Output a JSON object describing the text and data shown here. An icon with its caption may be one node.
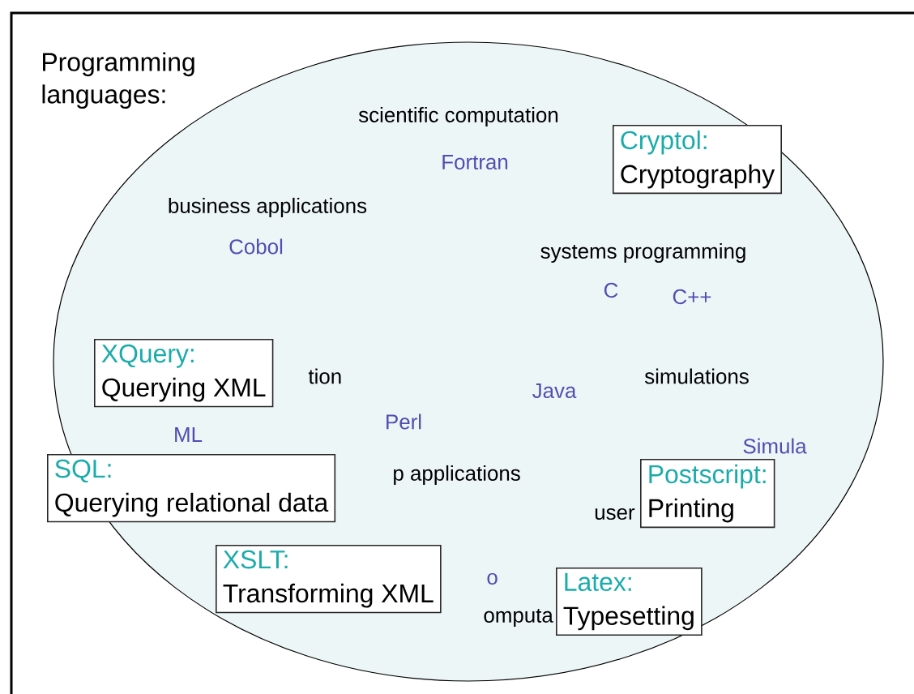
{
  "diagram": {
    "title": "Programming languages:",
    "nodes": [
      {
        "text": [
          "Cryptol:",
          "Cryptography"
        ]
      },
      {
        "text": [
          "XQuery:",
          "Querying XML"
        ]
      },
      {
        "text": [
          "SQL:",
          "Querying relational data"
        ]
      },
      {
        "text": [
          "Postscript:",
          "Printing"
        ]
      },
      {
        "text": [
          "XSLT:",
          "Transforming XML"
        ]
      },
      {
        "text": [
          "Latex:",
          "Typesetting"
        ]
      }
    ],
    "labels": [
      "scientific computation",
      "Fortran",
      "business applications",
      "Cobol",
      "systems programming",
      "C",
      "C++",
      "tion",
      "simulations",
      "Java",
      "Perl",
      "ML",
      "p applications",
      "Simula",
      "user",
      "o",
      "omputa"
    ]
  }
}
